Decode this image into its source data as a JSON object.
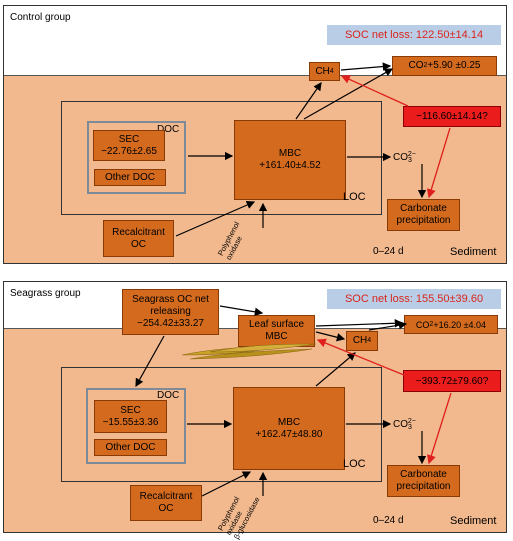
{
  "top": {
    "title": "Control group",
    "soc_loss": "SOC net loss: 122.50±14.14",
    "ch4": "CH",
    "ch4_sub": "4",
    "co2": "CO",
    "co2_sub": "2",
    "co2_value": " +5.90 ±0.25",
    "red_value": "−116.60±14.14?",
    "doc_label": "DOC",
    "sec_label": "SEC",
    "sec_value": "−22.76±2.65",
    "other_doc": "Other DOC",
    "mbc_label": "MBC",
    "mbc_value": "+161.40±4.52",
    "co3": "CO",
    "co3_sub": "3",
    "co3_sup": "2−",
    "loc": "LOC",
    "carbonate_1": "Carbonate",
    "carbonate_2": "precipitation",
    "recalcitrant_1": "Recalcitrant",
    "recalcitrant_2": "OC",
    "enzyme_1": "Polyphenol",
    "enzyme_2": "oxidase",
    "time": "0–24 d",
    "sediment": "Sediment"
  },
  "bottom": {
    "title": "Seagrass group",
    "soc_loss": "SOC net loss: 155.50±39.60",
    "seagrass_1": "Seagrass OC net",
    "seagrass_2": "releasing",
    "seagrass_3": "−254.42±33.27",
    "leaf_1": "Leaf surface",
    "leaf_2": "MBC",
    "ch4": "CH",
    "ch4_sub": "4",
    "co2": "CO",
    "co2_sub": "2",
    "co2_value": " +16.20 ±4.04",
    "red_value": "−393.72±79.60?",
    "doc_label": "DOC",
    "sec_label": "SEC",
    "sec_value": "−15.55±3.36",
    "other_doc": "Other DOC",
    "mbc_label": "MBC",
    "mbc_value": "+162.47±48.80",
    "co3": "CO",
    "co3_sub": "3",
    "co3_sup": "2−",
    "loc": "LOC",
    "carbonate_1": "Carbonate",
    "carbonate_2": "precipitation",
    "recalcitrant_1": "Recalcitrant",
    "recalcitrant_2": "OC",
    "enzyme_1": "Polyphenol",
    "enzyme_2": "oxidase",
    "enzyme_3": "β-glucosidase",
    "time": "0–24 d",
    "sediment": "Sediment"
  },
  "colors": {
    "box_orange": "#d36a1e",
    "sediment": "#f2b98e",
    "loss_box": "#b9cde6",
    "red_box": "#ea1c1c",
    "red_arrow": "#e0201c",
    "seagrass": "#c9a227"
  }
}
